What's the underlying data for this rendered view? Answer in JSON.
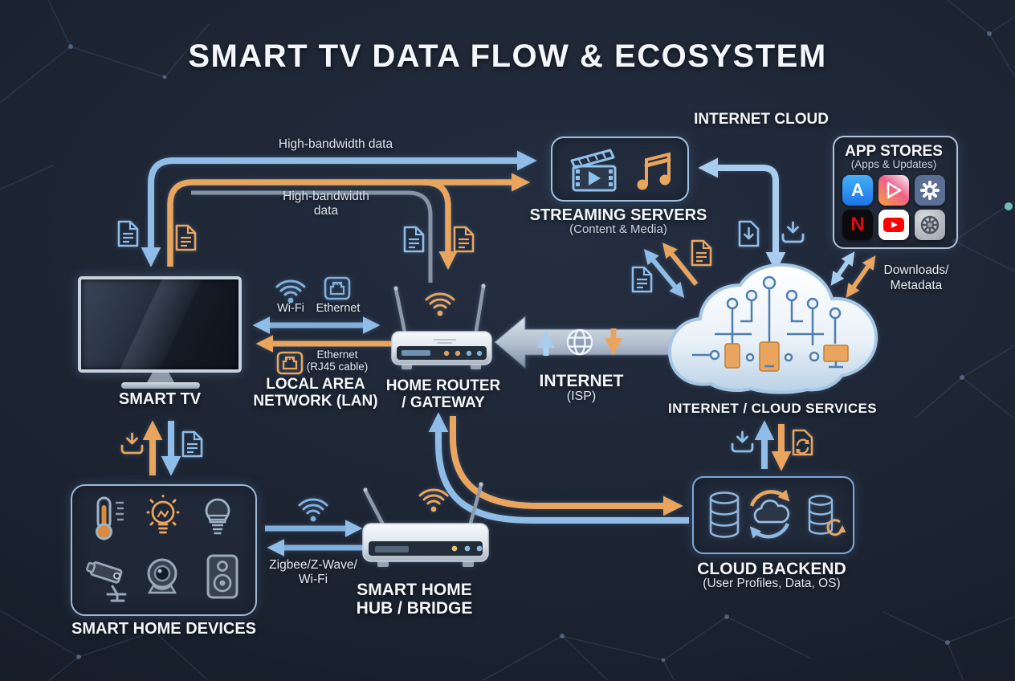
{
  "title": "SMART TV DATA FLOW & ECOSYSTEM",
  "colors": {
    "background": "#1d2533",
    "blue_arrow": "#8fbde8",
    "light_blue_arrow": "#a9cdef",
    "orange_arrow": "#e9a55e",
    "silver": "#aebdcc",
    "box_border": "#9fc0e2",
    "text": "#f3f6fa",
    "netflix_red": "#e50914",
    "youtube_red": "#ff0000"
  },
  "labels": {
    "internet_cloud": "INTERNET CLOUD",
    "high_bandwidth_top": "High-bandwidth data",
    "high_bandwidth_mid_1": "High-bandwidth",
    "high_bandwidth_mid_2": "data",
    "downloads_1": "Downloads/",
    "downloads_2": "Metadata"
  },
  "nodes": {
    "streaming": {
      "title": "STREAMING SERVERS",
      "subtitle": "(Content & Media)",
      "icons": [
        "film-clapper-icon",
        "music-note-icon"
      ]
    },
    "app_stores": {
      "title": "APP STORES",
      "subtitle": "(Apps & Updates)",
      "appstore_letter": "A",
      "netflix_letter": "N",
      "icons": [
        "app-store-icon",
        "google-play-icon",
        "settings-gear-icon",
        "netflix-icon",
        "youtube-icon",
        "system-gear-icon"
      ]
    },
    "smart_tv": {
      "title": "SMART TV"
    },
    "lan": {
      "wifi_label": "Wi-Fi",
      "ethernet_label": "Ethernet",
      "ethernet_cable_1": "Ethernet",
      "ethernet_cable_2": "(RJ45 cable)",
      "title_1": "LOCAL AREA",
      "title_2": "NETWORK (LAN)"
    },
    "router": {
      "title_1": "HOME ROUTER",
      "title_2": "/ GATEWAY"
    },
    "internet": {
      "title": "INTERNET",
      "subtitle": "(ISP)"
    },
    "cloud": {
      "title": "INTERNET / CLOUD SERVICES"
    },
    "devices": {
      "title": "SMART HOME DEVICES",
      "icons": [
        "thermostat-icon",
        "lightbulb-icon",
        "led-bulb-icon",
        "security-camera-icon",
        "webcam-icon",
        "speaker-icon"
      ]
    },
    "hub": {
      "link_1": "Zigbee/Z-Wave/",
      "link_2": "Wi-Fi",
      "title_1": "SMART HOME",
      "title_2": "HUB / BRIDGE"
    },
    "backend": {
      "title": "CLOUD BACKEND",
      "subtitle": "(User Profiles, Data, OS)"
    }
  }
}
